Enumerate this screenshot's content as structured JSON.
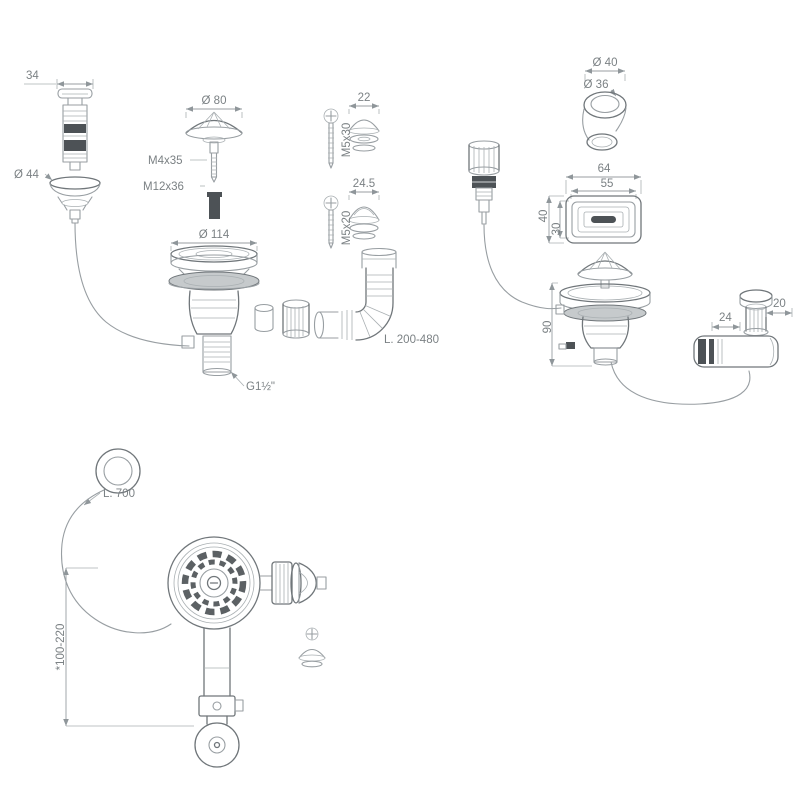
{
  "drawing": {
    "background": "#ffffff",
    "line_color": "#989ea2",
    "dark_color": "#4d5256",
    "text_color": "#7b8184"
  },
  "labels": {
    "dim_34": "34",
    "dia_44": "Ø 44",
    "dia_80": "Ø 80",
    "m4x35": "M4x35",
    "m12x36": "M12x36",
    "dia_114": "Ø 114",
    "g_thread": "G1½\"",
    "dim_22": "22",
    "m5x30": "M5x30",
    "dim_24_5": "24.5",
    "m5x20": "M5x20",
    "hose_length": "L. 200-480",
    "dia_40": "Ø 40",
    "dia_36": "Ø 36",
    "dim_64": "64",
    "dim_55": "55",
    "dim_40": "40",
    "dim_30": "30",
    "dim_90": "90",
    "dim_24": "24",
    "dim_20": "20",
    "cord_length": "L. 700",
    "height_range": "*100-220"
  }
}
